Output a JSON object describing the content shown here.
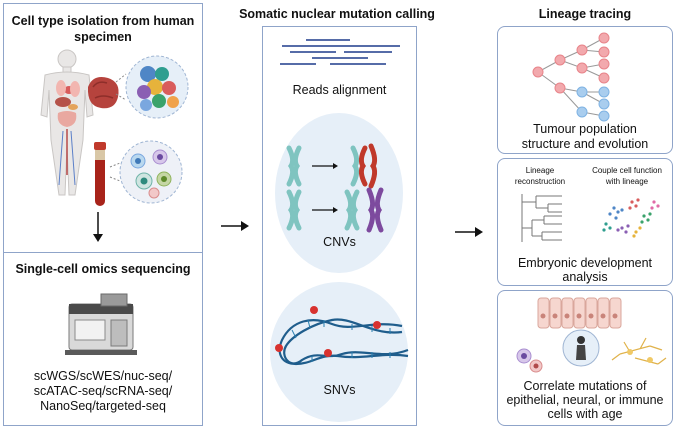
{
  "left": {
    "title_line1": "Cell type isolation from human",
    "title_line2": "specimen",
    "omics_title": "Single-cell omics sequencing",
    "methods": [
      "scWGS/scWES/nuc-seq/",
      "scATAC-seq/scRNA-seq/",
      "NanoSeq/targeted-seq"
    ]
  },
  "middle": {
    "title": "Somatic nuclear mutation calling",
    "reads_label": "Reads alignment",
    "cnv_label": "CNVs",
    "snv_label": "SNVs"
  },
  "right": {
    "title": "Lineage tracing",
    "box1_line1": "Tumour population",
    "box1_line2": "structure and evolution",
    "lineage_recon_line1": "Lineage",
    "lineage_recon_line2": "reconstruction",
    "couple_line1": "Couple cell function",
    "couple_line2": "with lineage",
    "box2_line1": "Embryonic development",
    "box2_line2": "analysis",
    "box3_line1": "Correlate mutations of",
    "box3_line2": "epithelial, neural, or immune",
    "box3_line3": "cells with age"
  },
  "colors": {
    "panel_border": "#8fa4c9",
    "bubble_fill": "#e6eff8",
    "chromosome_teal": "#7fc4c0",
    "chromosome_red": "#c0392b",
    "chromosome_purple": "#7d4a9e",
    "dna_blue": "#1f5d8c",
    "tree_pink": "#f2a9ad",
    "tree_blue": "#a9cdee"
  }
}
